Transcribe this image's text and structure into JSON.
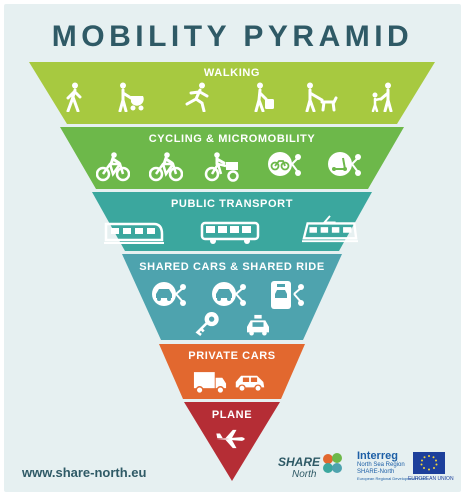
{
  "title": "MOBILITY PYRAMID",
  "levels": [
    {
      "label": "WALKING",
      "color": "#a7c940",
      "icons": [
        "walking-person-icon",
        "person-with-pram-icon",
        "running-person-icon",
        "person-with-suitcase-icon",
        "person-walking-dog-icon",
        "adult-with-child-icon"
      ]
    },
    {
      "label": "CYCLING & MICROMOBILITY",
      "color": "#6db84a",
      "icons": [
        "bicycle-rider-icon",
        "bicycle-rider-icon",
        "cargo-bike-icon",
        "shared-bike-icon",
        "shared-scooter-icon"
      ]
    },
    {
      "label": "PUBLIC TRANSPORT",
      "color": "#3ba79e",
      "icons": [
        "train-icon",
        "bus-icon",
        "tram-icon"
      ]
    },
    {
      "label": "SHARED CARS & SHARED RIDE",
      "color": "#4ea3ae",
      "icons": [
        "shared-car-icon",
        "shared-car-icon",
        "shared-car-app-icon",
        "car-key-share-icon",
        "taxi-icon"
      ]
    },
    {
      "label": "PRIVATE CARS",
      "color": "#e2682f",
      "icons": [
        "truck-icon",
        "car-icon"
      ]
    },
    {
      "label": "PLANE",
      "color": "#b52d35",
      "icons": [
        "airplane-icon"
      ]
    }
  ],
  "footer": {
    "website": "www.share-north.eu",
    "share_logo": {
      "title": "SHARE",
      "subtitle": "North"
    },
    "interreg": {
      "title": "Interreg",
      "line1": "North Sea Region",
      "line2": "SHARE-North",
      "line3": "European Regional Development Fund"
    },
    "eu_caption": "EUROPEAN UNION"
  },
  "colors": {
    "background": "#e6f0f1",
    "title": "#2f5a66",
    "icon": "#ffffff"
  }
}
